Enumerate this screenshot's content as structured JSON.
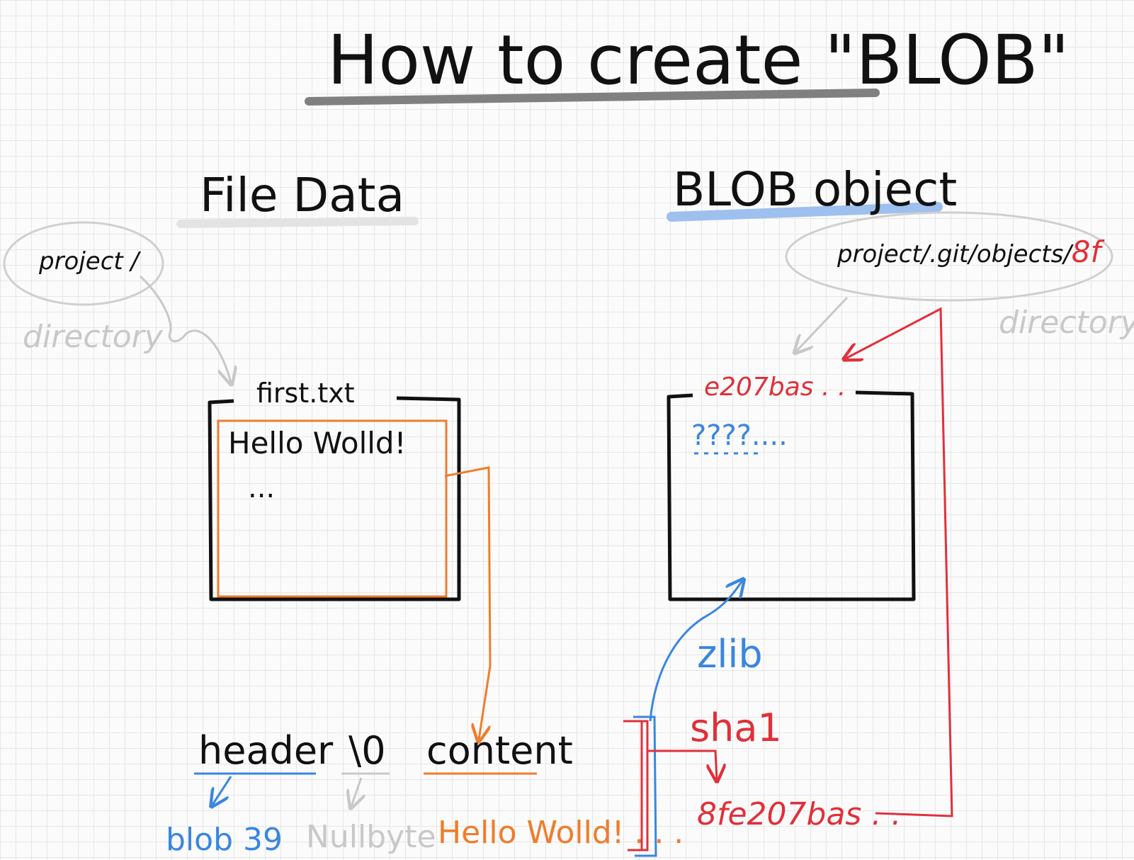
{
  "title": "How to create \"BLOB\"",
  "left": {
    "heading": "File Data",
    "path_label": "project /",
    "dir_label": "directory",
    "file_name": "first.txt",
    "file_content_line1": "Hello Wolld!",
    "file_content_line2": "..."
  },
  "right": {
    "heading": "BLOB object",
    "path_prefix": "project/.git/objects/",
    "path_hash_prefix": "8f",
    "dir_label": "directory",
    "object_name": "e207bas . .",
    "object_content": "????....",
    "zlib_label": "zlib",
    "sha_label": "sha1",
    "full_hash": "8fe207bas . ."
  },
  "bottom": {
    "header_label": "header",
    "null_label": "\\0",
    "content_label": "content",
    "header_value": "blob 39",
    "null_value": "Nullbyte",
    "content_value": "Hello Wolld! . . ."
  },
  "colors": {
    "ink": "#111111",
    "orange": "#ef7d2c",
    "blue": "#3a86e0",
    "red": "#e0303a",
    "gray": "#c8c8c8"
  }
}
